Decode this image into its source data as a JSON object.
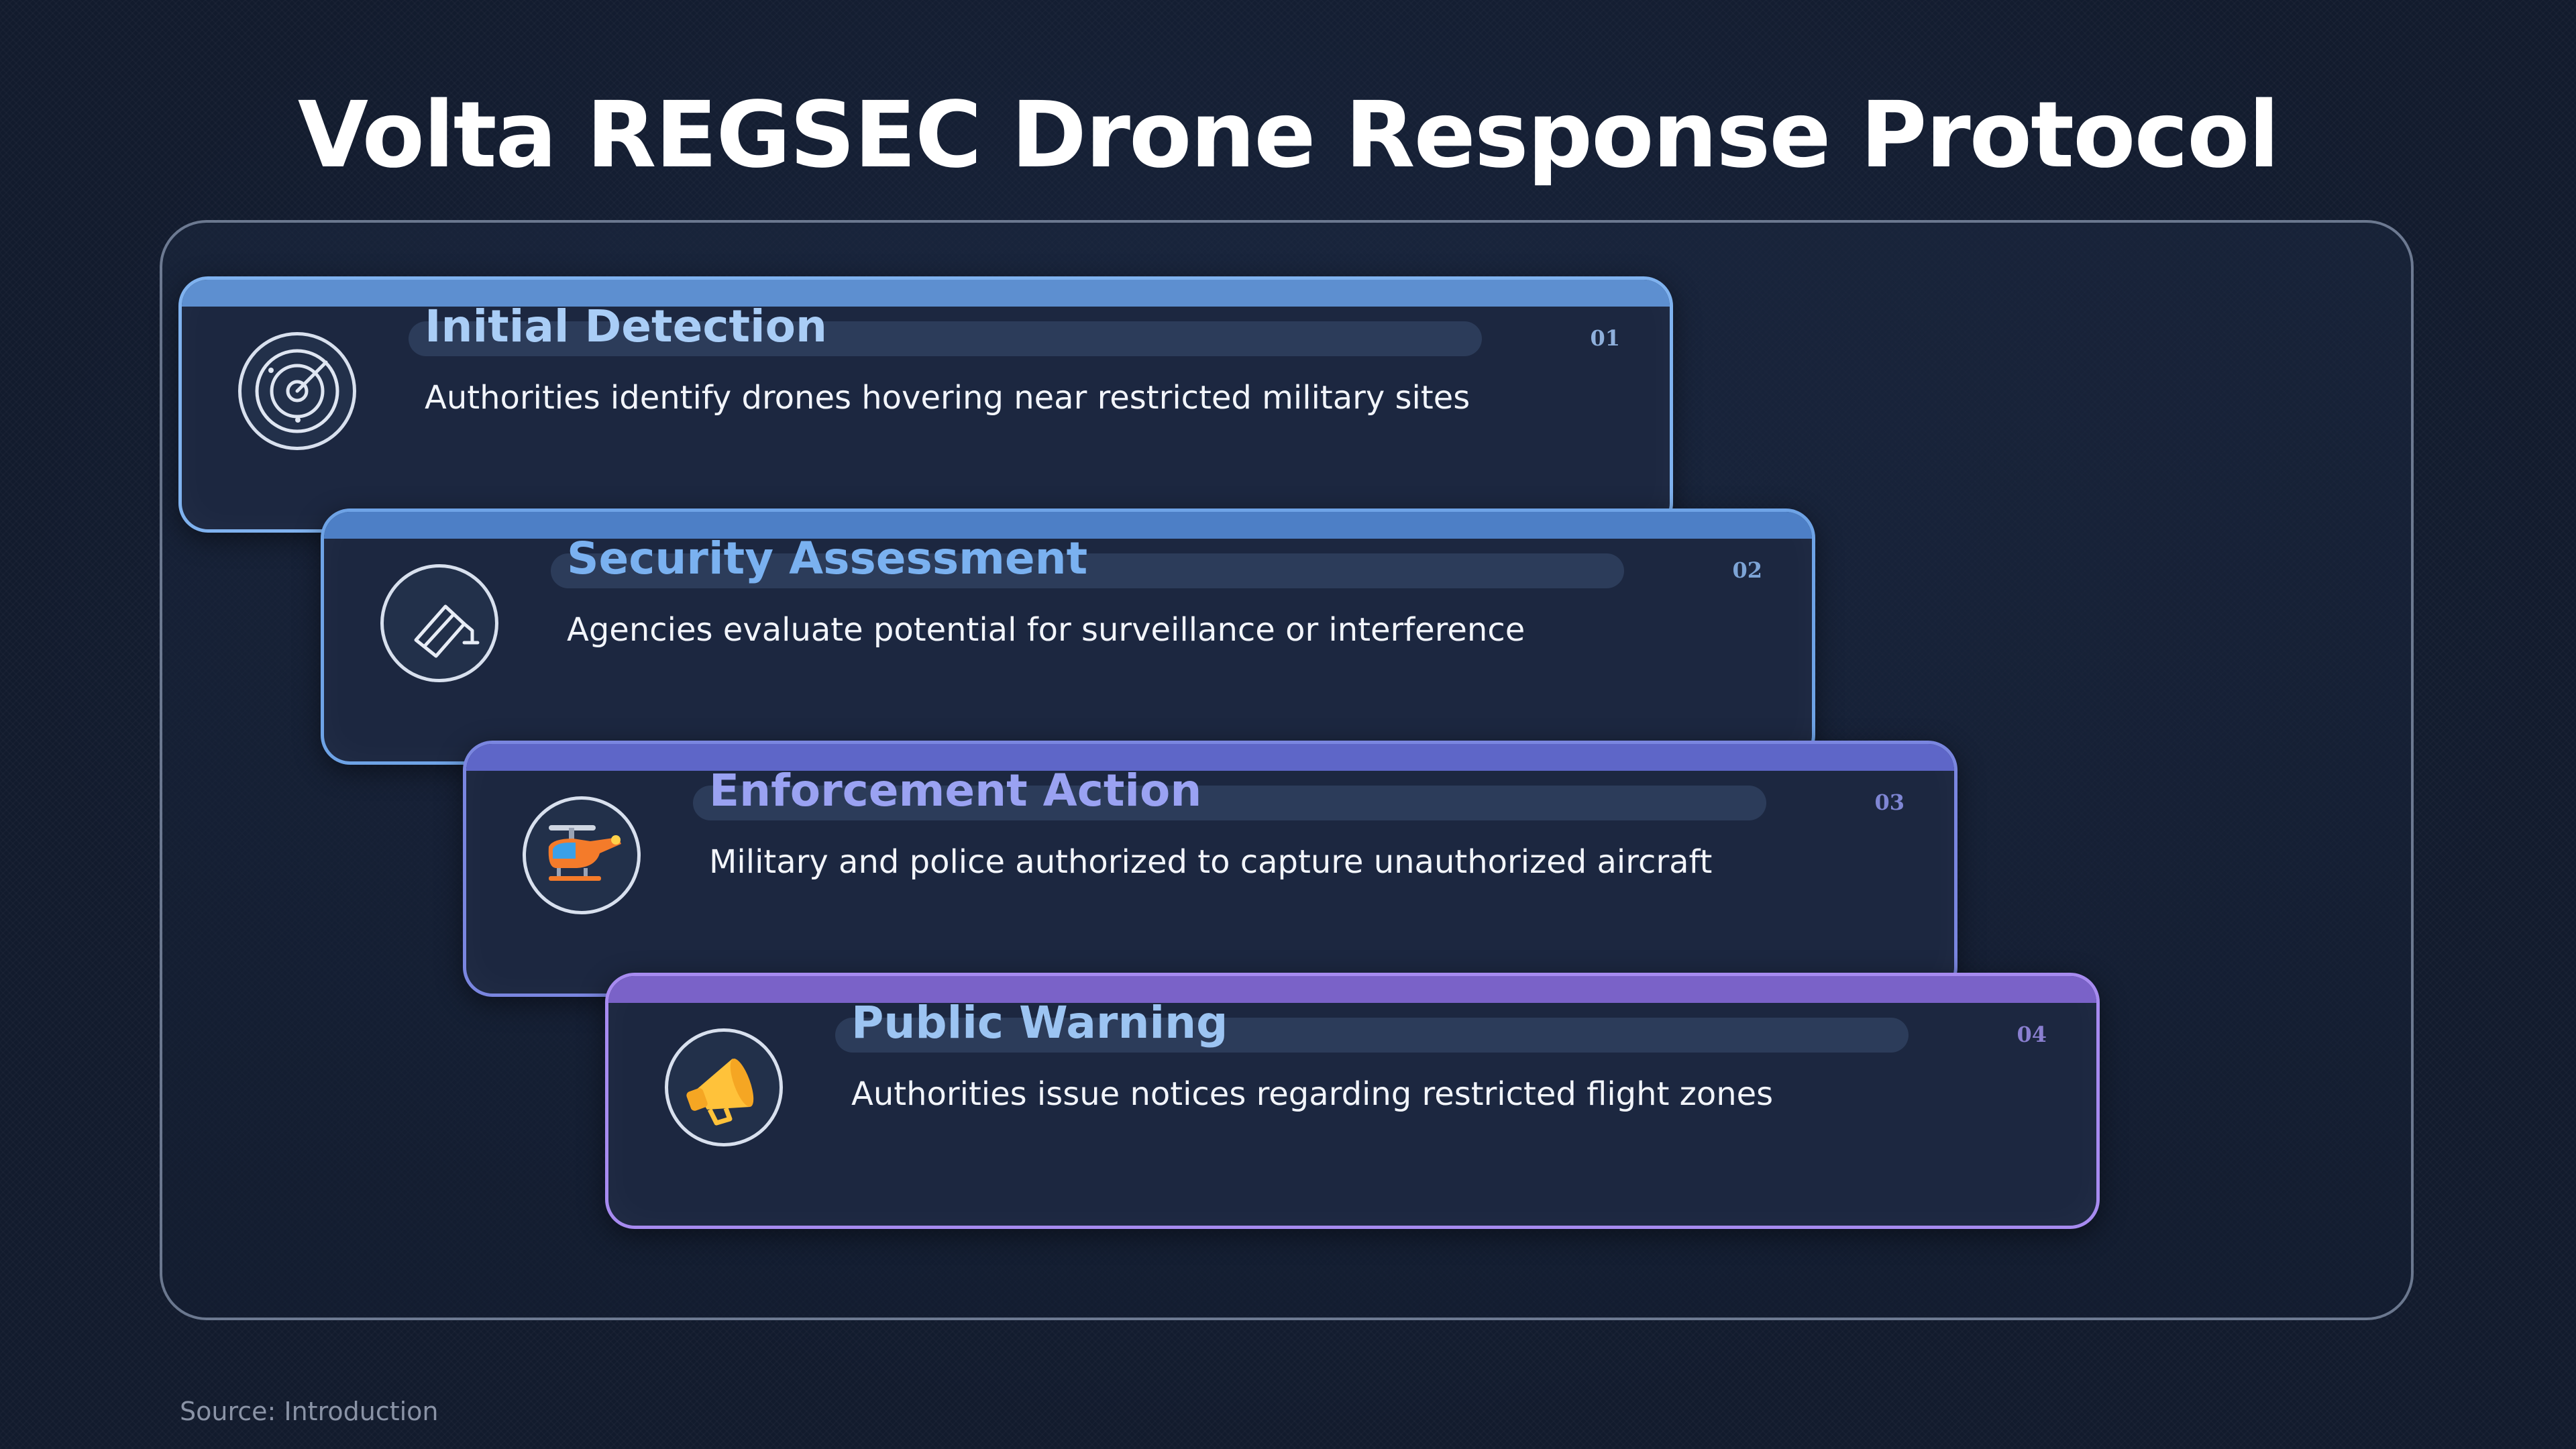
{
  "title": "Volta REGSEC Drone Response Protocol",
  "steps": [
    {
      "heading": "Initial Detection",
      "description": "Authorities identify drones hovering near restricted military sites",
      "number": "01",
      "icon": "radar-icon",
      "accent": "#7fb2ef",
      "heading_color": "#a9cdf6"
    },
    {
      "heading": "Security Assessment",
      "description": "Agencies evaluate potential for surveillance or interference",
      "number": "02",
      "icon": "security-camera-icon",
      "accent": "#5d8fd0",
      "heading_color": "#7ab1f0"
    },
    {
      "heading": "Enforcement Action",
      "description": "Military and police authorized to capture unauthorized aircraft",
      "number": "03",
      "icon": "helicopter-icon",
      "accent": "#6b74d6",
      "heading_color": "#9aa2f2"
    },
    {
      "heading": "Public Warning",
      "description": "Authorities issue notices regarding restricted flight zones",
      "number": "04",
      "icon": "megaphone-icon",
      "accent": "#8a6fd6",
      "heading_color": "#9cc4f2"
    }
  ],
  "source": "Source: Introduction"
}
